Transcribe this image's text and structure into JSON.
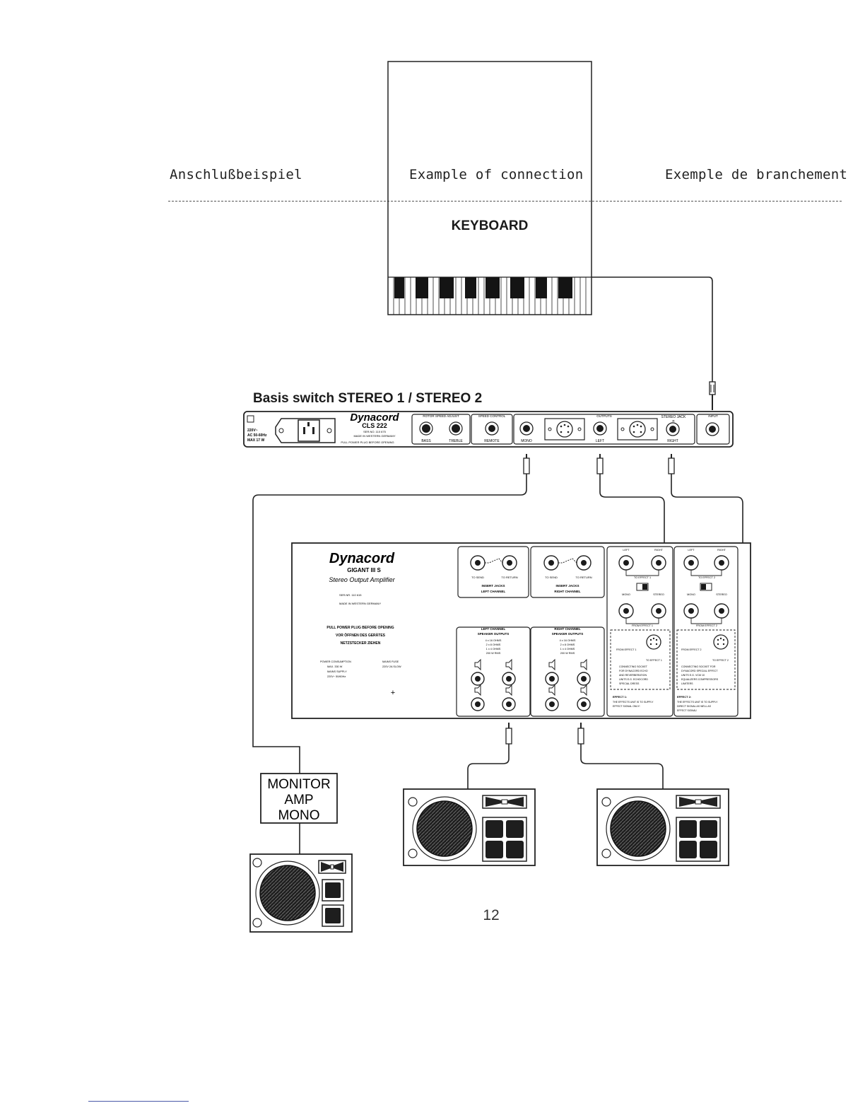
{
  "header": {
    "german": "Anschlußbeispiel",
    "english": "Example of connection",
    "french": "Exemple de branchement"
  },
  "keyboard": {
    "label": "KEYBOARD"
  },
  "basis_switch": {
    "label": "Basis switch  STEREO 1 / STEREO 2"
  },
  "cls222": {
    "brand": "Dynacord",
    "model": "CLS 222",
    "power_rating": [
      "220V~",
      "AC 50-60Hz",
      "MAX 17 W"
    ],
    "serial": "SER.NO. 110 675",
    "made_in": "MADE IN WESTERN GERMANY",
    "warning": "PULL POWER PLUG BEFORE OPENING",
    "rotor_speed_adjust": "ROTOR SPEED ADJUST",
    "speed_control": "SPEED CONTROL",
    "outputs": "OUTPUTS",
    "stereo_jack": "STEREO JACK",
    "input": "INPUT",
    "knob_bass": "BASS",
    "knob_treble": "TREBLE",
    "jack_remote": "REMOTE",
    "jack_mono": "MONO",
    "jack_left": "LEFT",
    "jack_right": "RIGHT",
    "jack_r": "R"
  },
  "gigant": {
    "brand": "Dynacord",
    "model": "GIGANT III S",
    "subtitle": "Stereo Output Amplifier",
    "serial": "SER.NR. 110 615",
    "made_in": "MADE IN WESTERN GERMANY",
    "warning_en": "PULL POWER PLUG BEFORE OPENING",
    "warning_de1": "VOR ÖFFNEN DES GERÄTES",
    "warning_de2": "NETZSTECKER ZIEHEN",
    "power_title": "POWER CONSUMPTION",
    "power_lines": [
      "MAX.   330 W",
      "MAINS SUPPLY",
      "220V~ 50/60Hz"
    ],
    "fuse_title": "MAINS FUSE",
    "fuse_line": "220V 2A SLOW",
    "insert_left": {
      "send": "TO SEND",
      "return": "TO RETURN",
      "title": "INSERT JACKS",
      "channel": "LEFT CHANNEL"
    },
    "insert_right": {
      "send": "TO SEND",
      "return": "TO RETURN",
      "title": "INSERT JACKS",
      "channel": "RIGHT CHANNEL"
    },
    "speaker_left": {
      "channel": "LEFT CHANNEL",
      "title": "SPEAKER OUTPUTS",
      "specs": [
        "4 x 16 OHMS",
        "2 x 8 OHMS",
        "1 x 4 OHMS",
        "200 W RMS"
      ]
    },
    "speaker_right": {
      "channel": "RIGHT CHANNEL",
      "title": "SPEAKER OUTPUTS",
      "specs": [
        "4 x 16 OHMS",
        "2 x 8 OHMS",
        "1 x 4 OHMS",
        "200 W RMS"
      ]
    },
    "effect1": {
      "left": "LEFT",
      "right": "RIGHT",
      "to": "TO EFFECT 1",
      "mono": "MONO",
      "stereo": "STEREO",
      "from": "FROM EFFECT 1",
      "din_from": "FROM EFFECT 1",
      "din_to": "TO EFFECT 1",
      "socket": [
        "CONNECTING SOCKET",
        "FOR DYNACORD ECHO",
        "AND REVERBERATION",
        "UNITS E.G. ECHOCORD",
        "SPECIAL DRESS"
      ],
      "note_title": "EFFECT 1:",
      "note": [
        "THE EFFECTS UNIT IS TO SUPPLY",
        "EFFECT SIGNAL ONLY!"
      ]
    },
    "effect2": {
      "left": "LEFT",
      "right": "RIGHT",
      "to": "TO EFFECT 2",
      "mono": "MONO",
      "stereo": "STEREO",
      "from": "FROM EFFECT 2",
      "din_from": "FROM EFFECT 2",
      "din_to": "TO EFFECT 2",
      "socket": [
        "CONNECTING SOCKET FOR",
        "DYNACORD SPECIAL EFFECT",
        "UNITS E.G. VCM 10",
        "EQUALIZERS COMPRESSORS",
        "LIMITERS"
      ],
      "note_title": "EFFECT 2:",
      "note": [
        "THE EFFECTS UNIT IS TO SUPPLY",
        "DIRECT SIGNAL AS WELL AS",
        "EFFECT SIGNAL!"
      ]
    }
  },
  "monitor_amp": {
    "lines": [
      "MONITOR",
      "AMP",
      "MONO"
    ]
  },
  "page_number": "12"
}
